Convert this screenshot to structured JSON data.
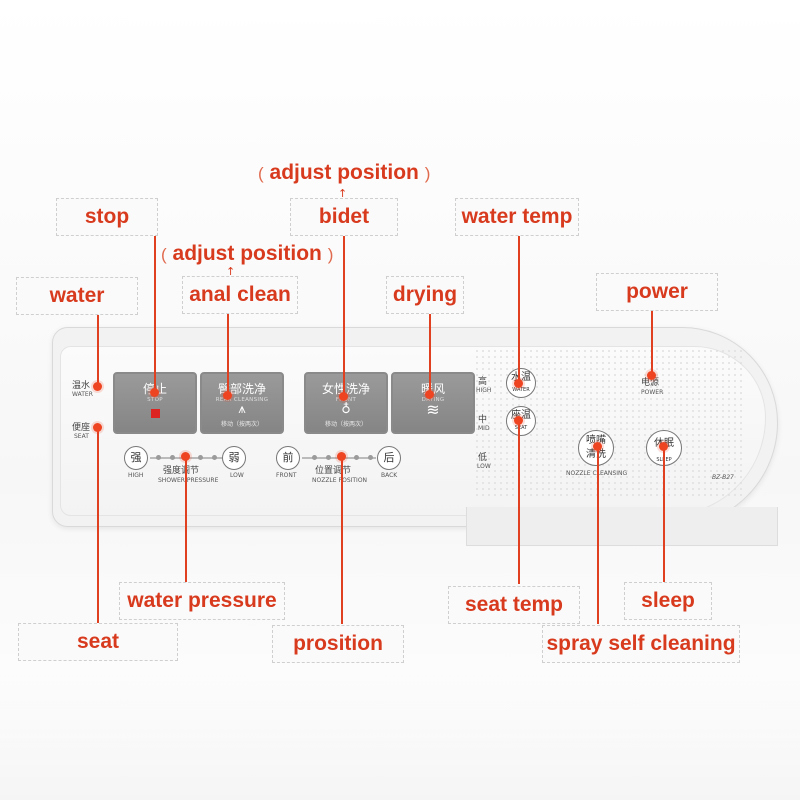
{
  "callouts": {
    "stop": "stop",
    "water": "water",
    "anal_clean": "anal clean",
    "bidet": "bidet",
    "drying": "drying",
    "water_temp": "water temp",
    "power": "power",
    "water_pressure": "water pressure",
    "seat": "seat",
    "prosition": "prosition",
    "seat_temp": "seat temp",
    "sleep": "sleep",
    "spray_self_cleaning": "spray self cleaning",
    "adjust_position_top": "adjust position",
    "adjust_position_mid": "adjust position",
    "paren_open": "(",
    "paren_close": ")"
  },
  "panel": {
    "left_labels": {
      "water_cn": "温水",
      "water_en": "WATER",
      "seat_cn": "便座",
      "seat_en": "SEAT"
    },
    "stop_button": {
      "cn": "停止",
      "en": "STOP"
    },
    "rear_button": {
      "cn": "臀部洗净",
      "en": "REAR CLEANSING",
      "sub": "移动（按两次）"
    },
    "front_button": {
      "cn": "女性洗净",
      "en": "FRONT",
      "sub": "移动（按两次）"
    },
    "dry_button": {
      "cn": "暖风",
      "en": "DRYING"
    },
    "pressure": {
      "high_cn": "强",
      "high_en": "HIGH",
      "low_cn": "弱",
      "low_en": "LOW",
      "label_cn": "强度调节",
      "label_en": "SHOWER PRESSURE"
    },
    "position": {
      "front_cn": "前",
      "front_en": "FRONT",
      "back_cn": "后",
      "back_en": "BACK",
      "label_cn": "位置调节",
      "label_en": "NOZZLE POSITION"
    },
    "levels": {
      "high_cn": "高",
      "high_en": "HIGH",
      "mid_cn": "中",
      "mid_en": "MID",
      "low_cn": "低",
      "low_en": "LOW"
    },
    "water_temp_button": {
      "cn": "水温",
      "en": "WATER"
    },
    "seat_temp_button": {
      "cn": "座温",
      "en": "SEAT"
    },
    "nozzle_button": {
      "cn1": "喷嘴",
      "cn2": "清洗",
      "en": "NOZZLE CLEANSING"
    },
    "sleep_button": {
      "cn": "休眠",
      "en": "SLEEP"
    },
    "power_indicator": {
      "cn": "电源",
      "en": "POWER"
    },
    "model": "BZ-B27"
  },
  "colors": {
    "callout_text": "#d83a1e",
    "leader_line": "#e04020",
    "panel_face": "#f3f3f3",
    "button_grey": "#8a8a8a",
    "stop_indicator": "#dd2222"
  }
}
